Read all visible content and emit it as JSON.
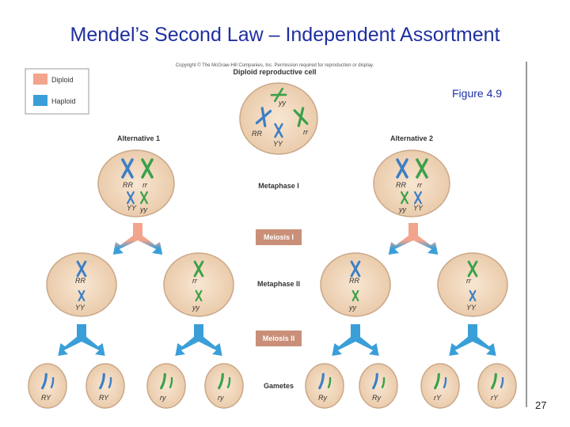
{
  "slide": {
    "title": "Mendel’s Second Law – Independent Assortment",
    "figure_label": "Figure 4.9",
    "page_number": "27"
  },
  "figure": {
    "copyright": "Copyright © The McGraw-Hill Companies, Inc. Permission required for reproduction or display.",
    "top_cell_label": "Diploid reproductive cell",
    "legend": {
      "diploid": "Diploid",
      "haploid": "Haploid"
    },
    "alt1": "Alternative 1",
    "alt2": "Alternative 2",
    "stages": {
      "metaphase1": "Metaphase I",
      "meiosis1": "Meiosis I",
      "metaphase2": "Metaphase II",
      "meiosis2": "Meiosis II",
      "gametes": "Gametes"
    },
    "top_cell_alleles": {
      "yy": "yy",
      "RR": "RR",
      "rr": "rr",
      "YY": "YY"
    },
    "alt1_meta1_alleles": {
      "RR": "RR",
      "rr": "rr",
      "YY": "YY",
      "yy": "yy"
    },
    "alt2_meta1_alleles": {
      "RR": "RR",
      "rr": "rr",
      "yy": "yy",
      "YY": "YY"
    },
    "meta2_alleles": [
      {
        "top": "RR",
        "bottom": "YY"
      },
      {
        "top": "rr",
        "bottom": "yy"
      },
      {
        "top": "RR",
        "bottom": "yy"
      },
      {
        "top": "rr",
        "bottom": "YY"
      }
    ],
    "gametes": [
      "RY",
      "RY",
      "ry",
      "ry",
      "Ry",
      "Ry",
      "rY",
      "rY"
    ],
    "colors": {
      "diploid": "#f2a48c",
      "haploid": "#3a9fd8",
      "blue_chromosome": "#3c7fc6",
      "green_chromosome": "#3aa14a",
      "cell_fill": "#f4dcc3",
      "cell_stroke": "#c9a889",
      "stage_box": "#c98f78"
    }
  }
}
